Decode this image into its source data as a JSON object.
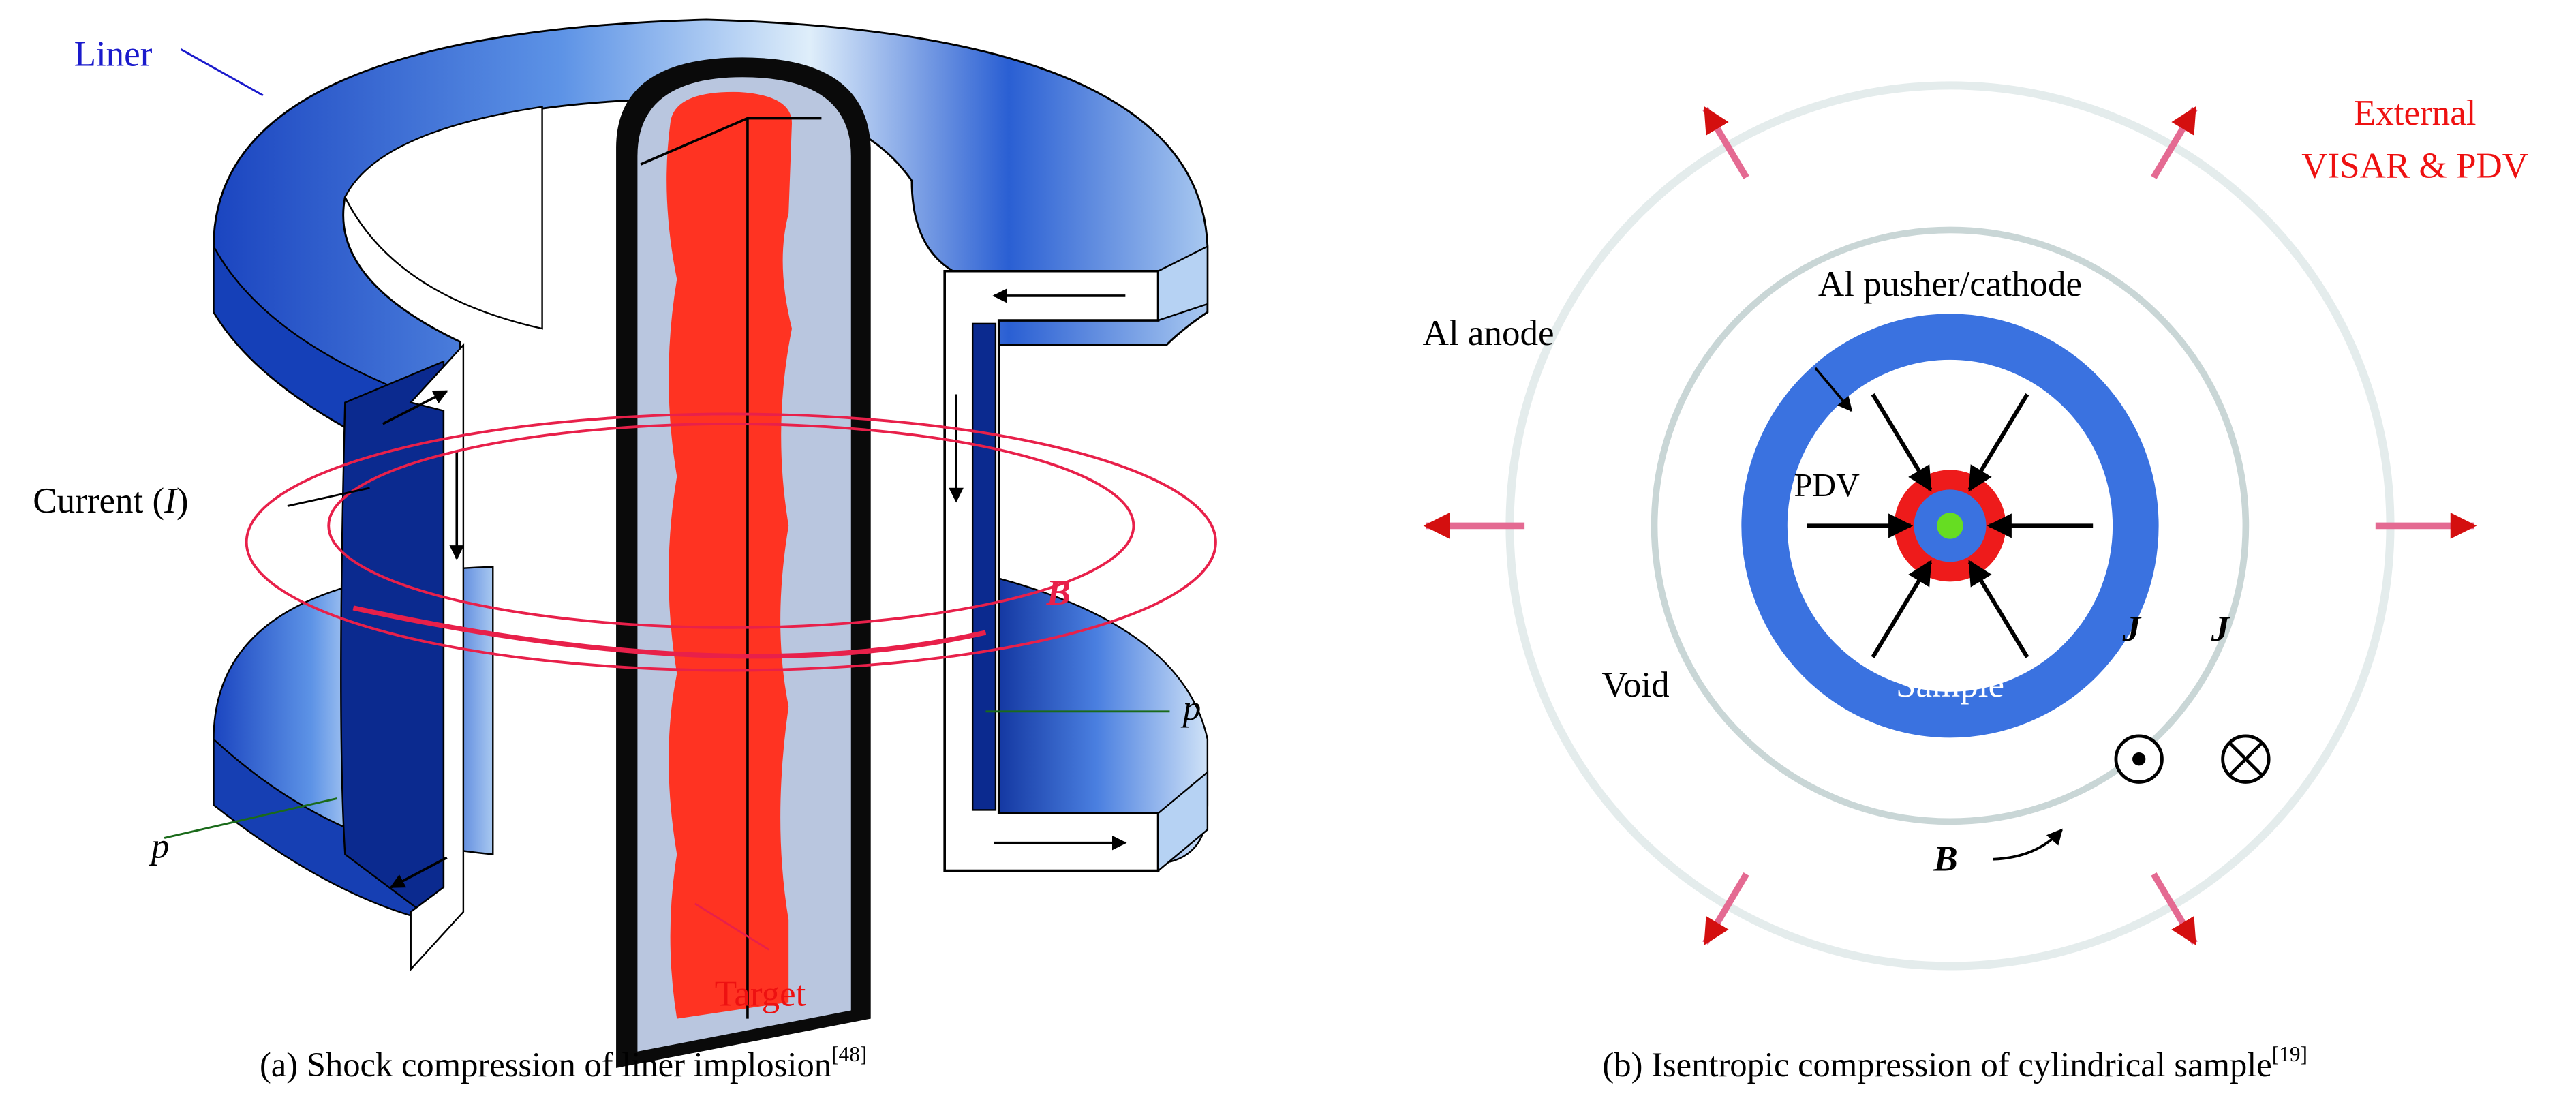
{
  "panel_a": {
    "labels": {
      "liner": "Liner",
      "current": "Current (",
      "current_symbol": "I",
      "current_close": ")",
      "field": "B",
      "pressure_right": "p",
      "pressure_left": "p",
      "target": "Target"
    },
    "caption": "(a) Shock compression of liner implosion",
    "caption_ref": "[48]"
  },
  "panel_b": {
    "labels": {
      "external_line1": "External",
      "external_line2": "VISAR & PDV",
      "pusher": "Al pusher/cathode",
      "anode": "Al anode",
      "pdv": "PDV",
      "void": "Void",
      "sample": "Sample",
      "current_out": "J",
      "current_in": "J",
      "field": "B"
    },
    "caption": "(b) Isentropic compression of cylindrical sample",
    "caption_ref": "[19]"
  },
  "colors": {
    "liner_blue": "#1f4fc8",
    "liner_dark": "#0b2a8f",
    "target_red": "#ff3322",
    "field_red": "#e8204a",
    "label_blue": "#1a1acc",
    "label_red": "#ee1111",
    "sample_blue": "#3a72e0",
    "core_green": "#66dd22"
  }
}
